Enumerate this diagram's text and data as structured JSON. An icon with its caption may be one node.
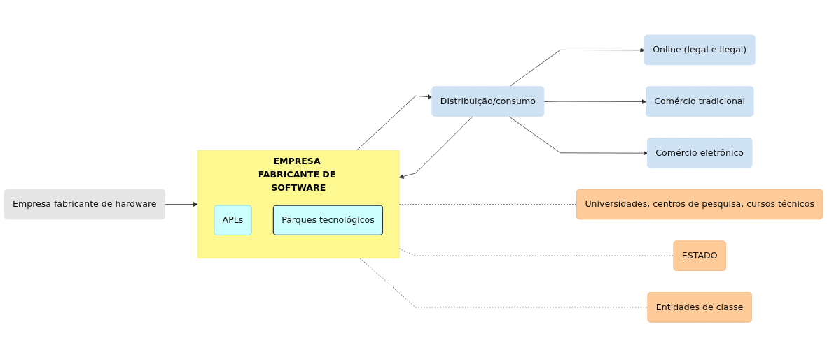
{
  "diagram": {
    "nodes": [
      {
        "text": [
          "Empresa fabricante de hardware"
        ]
      },
      {
        "text": [
          "EMPRESA FABRICANTE DE SOFTWARE"
        ]
      },
      {
        "text": [
          "APLs"
        ],
        "in": 1
      },
      {
        "text": [
          "Parques tecnológicos"
        ],
        "in": 1
      },
      {
        "text": [
          "Distribuição/consumo"
        ]
      },
      {
        "text": [
          "Online (legal e ilegal)"
        ]
      },
      {
        "text": [
          "Comércio tradicional"
        ]
      },
      {
        "text": [
          "Comércio eletrônico"
        ]
      },
      {
        "text": [
          "Universidades, centros de pesquisa, cursos técnicos"
        ]
      },
      {
        "text": [
          "ESTADO"
        ]
      },
      {
        "text": [
          "Entidades de classe"
        ]
      }
    ],
    "edges": [
      {
        "from": 0,
        "to": 1,
        "arrow": "to"
      },
      {
        "from": 4,
        "to": 1,
        "arrow": "to"
      },
      {
        "from": 1,
        "to": 4,
        "arrow": "to"
      },
      {
        "from": 4,
        "to": 5,
        "arrow": "to"
      },
      {
        "from": 4,
        "to": 6,
        "arrow": "to"
      },
      {
        "from": 4,
        "to": 7,
        "arrow": "to"
      },
      {
        "from": 1,
        "to": 8,
        "arrow": "none",
        "style": "dashed"
      },
      {
        "from": 1,
        "to": 9,
        "arrow": "none",
        "style": "dashed"
      },
      {
        "from": 1,
        "to": 10,
        "arrow": "none",
        "style": "dashed"
      }
    ]
  }
}
